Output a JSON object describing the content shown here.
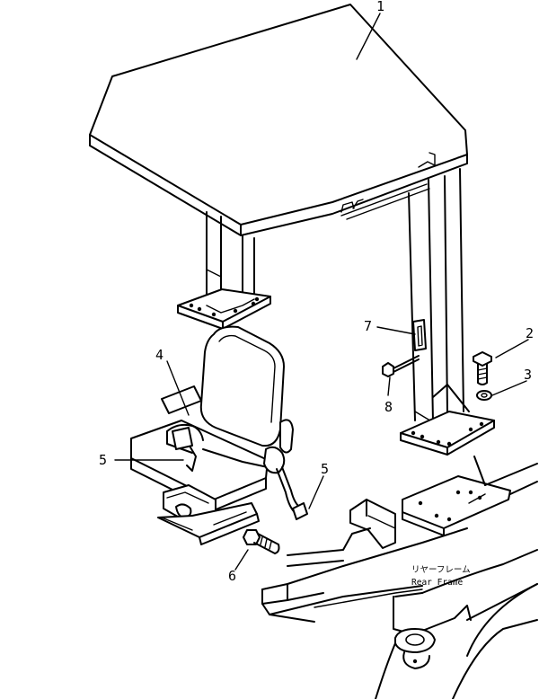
{
  "callouts": [
    {
      "id": "c1",
      "label": "1"
    },
    {
      "id": "c2",
      "label": "2"
    },
    {
      "id": "c3",
      "label": "3"
    },
    {
      "id": "c4",
      "label": "4"
    },
    {
      "id": "c5a",
      "label": "5"
    },
    {
      "id": "c5b",
      "label": "5"
    },
    {
      "id": "c6",
      "label": "6"
    },
    {
      "id": "c7",
      "label": "7"
    },
    {
      "id": "c8",
      "label": "8"
    }
  ],
  "rear_frame_label": {
    "japanese": "リヤーフレーム",
    "english": "Rear  Frame"
  }
}
